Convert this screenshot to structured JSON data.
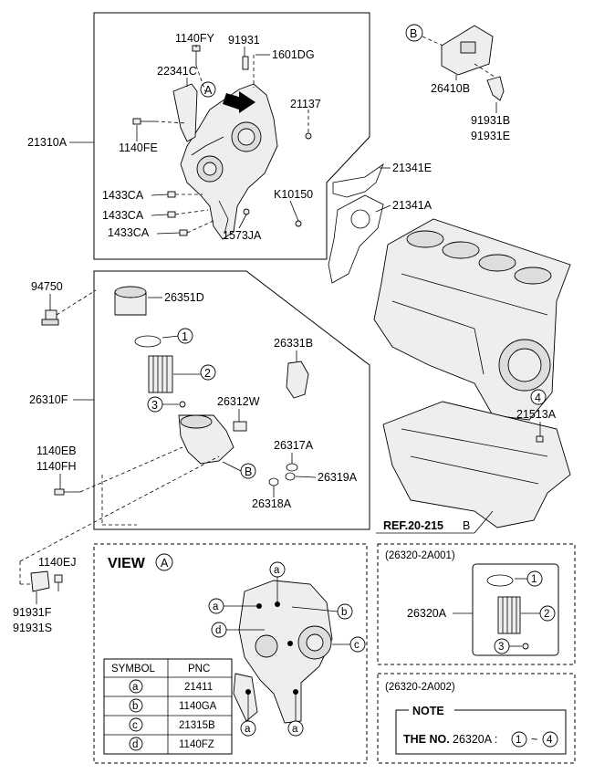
{
  "labels": {
    "l21310A": "21310A",
    "l1140FY": "1140FY",
    "l91931": "91931",
    "l1601DG": "1601DG",
    "l22341C": "22341C",
    "lA": "A",
    "l21137": "21137",
    "l1140FE": "1140FE",
    "l1433CA_1": "1433CA",
    "l1433CA_2": "1433CA",
    "l1433CA_3": "1433CA",
    "lK10150": "K10150",
    "l1573JA": "1573JA",
    "lB_top": "B",
    "l26410B": "26410B",
    "l91931B": "91931B",
    "l91931E": "91931E",
    "l21341E": "21341E",
    "l21341A": "21341A",
    "l94750": "94750",
    "l26351D": "26351D",
    "l26331B": "26331B",
    "l26310F": "26310F",
    "l26312W": "26312W",
    "l1140EB": "1140EB",
    "l1140FH": "1140FH",
    "l26317A": "26317A",
    "l26319A": "26319A",
    "l26318A": "26318A",
    "lB_mid": "B",
    "l21513A": "21513A",
    "l4": "4",
    "l1": "1",
    "l2": "2",
    "l3": "3",
    "lREF": "REF.20-215",
    "lREF_B": "B",
    "l1140EJ": "1140EJ",
    "l91931F": "91931F",
    "l91931S": "91931S"
  },
  "view": {
    "title": "VIEW",
    "letter": "A",
    "callouts": [
      "a",
      "a",
      "b",
      "d",
      "c",
      "a",
      "a"
    ],
    "table": {
      "headers": [
        "SYMBOL",
        "PNC"
      ],
      "rows": [
        {
          "symbol": "a",
          "pnc": "21411"
        },
        {
          "symbol": "b",
          "pnc": "1140GA"
        },
        {
          "symbol": "c",
          "pnc": "21315B"
        },
        {
          "symbol": "d",
          "pnc": "1140FZ"
        }
      ]
    }
  },
  "kit1": {
    "code": "(26320-2A001)",
    "label": "26320A",
    "items": [
      "1",
      "2",
      "3"
    ]
  },
  "kit2": {
    "code": "(26320-2A002)",
    "note_title": "NOTE",
    "note_prefix": "THE NO.",
    "note_part": "26320A :",
    "note_from": "1",
    "note_sep": "~",
    "note_to": "4"
  }
}
